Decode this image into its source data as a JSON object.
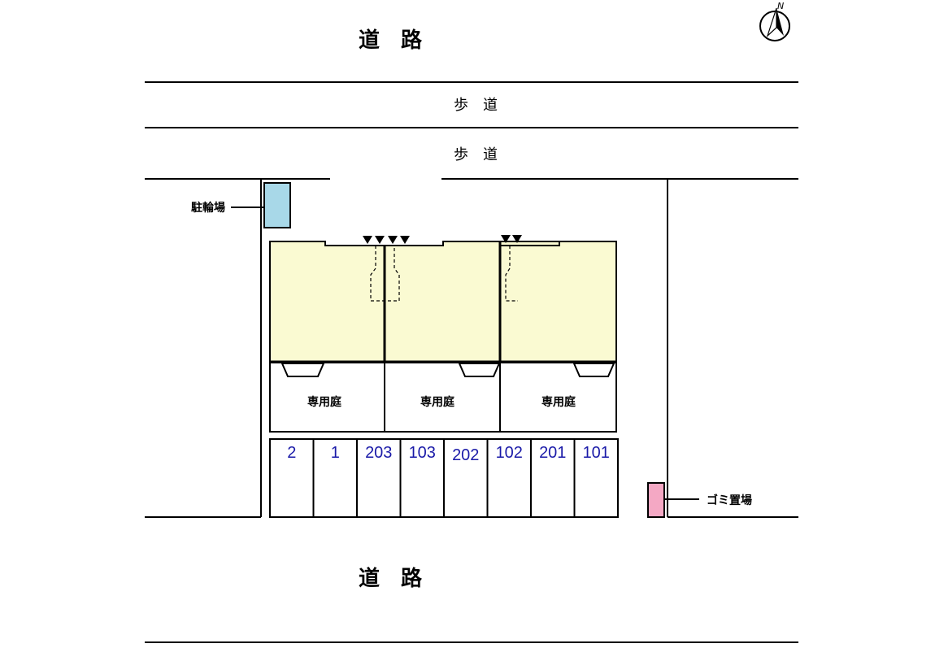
{
  "roads": {
    "top": "道　路",
    "bottom": "道　路"
  },
  "sidewalks": {
    "upper": "歩　道",
    "lower": "歩　道"
  },
  "facilities": {
    "bicycle_parking": {
      "label": "駐輪場",
      "color": "#a8d8e8"
    },
    "garbage_area": {
      "label": "ゴミ置場",
      "color": "#f4a8c4"
    }
  },
  "compass": {
    "north": "N"
  },
  "building": {
    "color": "#fafad2"
  },
  "gardens": [
    "専用庭",
    "専用庭",
    "専用庭"
  ],
  "parking_spaces": [
    "2",
    "1",
    "203",
    "103",
    "202",
    "102",
    "201",
    "101"
  ],
  "colors": {
    "parking_number": "#1a1aa8",
    "line": "#000000"
  }
}
